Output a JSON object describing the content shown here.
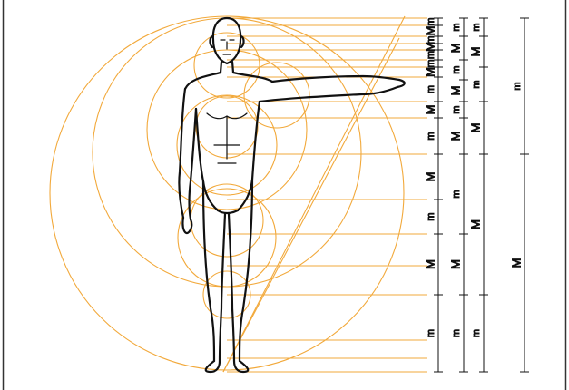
{
  "colors": {
    "guide": "#F2A93B",
    "scale": "#111111",
    "figure": "#111111",
    "background": "#ffffff"
  },
  "columns": [
    {
      "id": "col1",
      "segments": [
        {
          "label": "m"
        },
        {
          "label": "M"
        },
        {
          "label": "m"
        },
        {
          "label": "M"
        },
        {
          "label": "m"
        },
        {
          "label": "m"
        },
        {
          "label": "M"
        },
        {
          "label": "m"
        },
        {
          "label": "M"
        },
        {
          "label": "m"
        },
        {
          "label": "M"
        },
        {
          "label": "m"
        },
        {
          "label": "M"
        },
        {
          "label": "m"
        }
      ]
    },
    {
      "id": "col2",
      "segments": [
        {
          "label": "m"
        },
        {
          "label": "M"
        },
        {
          "label": "m"
        },
        {
          "label": "M"
        },
        {
          "label": "m"
        },
        {
          "label": "M"
        },
        {
          "label": "m"
        },
        {
          "label": "M"
        },
        {
          "label": "m"
        }
      ]
    },
    {
      "id": "col3",
      "segments": [
        {
          "label": "m"
        },
        {
          "label": "M"
        },
        {
          "label": "m"
        },
        {
          "label": "M"
        },
        {
          "label": "M"
        },
        {
          "label": "m"
        }
      ]
    },
    {
      "id": "col4",
      "segments": [
        {
          "label": "m"
        },
        {
          "label": "M"
        }
      ]
    }
  ]
}
